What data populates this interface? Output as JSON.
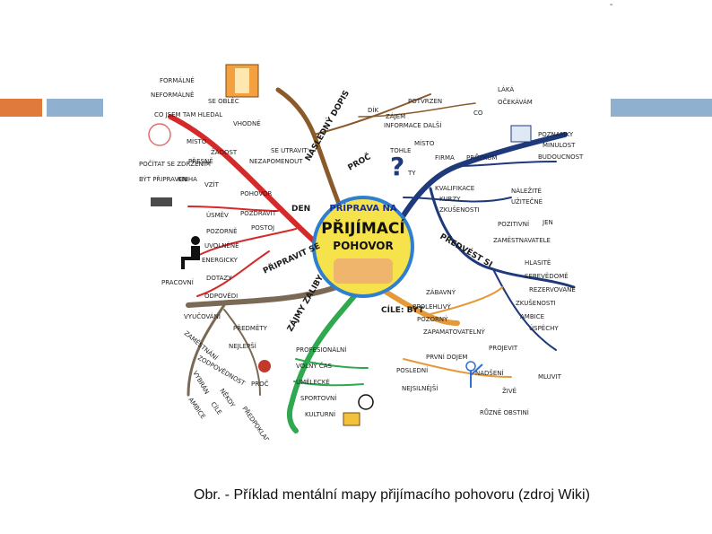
{
  "caption": "Obr. - Příklad mentální mapy přijímacího pohovoru (zdroj Wiki)",
  "corner_mark": "-",
  "accent_colors": {
    "orange": "#E07A3C",
    "blue": "#8FB1CF"
  },
  "mindmap": {
    "center": {
      "line1": "PŘÍPRAVA NA",
      "line2": "PŘIJÍMACÍ",
      "line3": "POHOVOR"
    },
    "branches": {
      "dopis": {
        "main": "NÁSLEDNÝ DOPIS",
        "items": [
          "DÍK",
          "ZÁJEM",
          "POTVRZEN",
          "INFORMACE DALŠÍ",
          "CO",
          "LÁKÁ",
          "OČEKÁVÁM"
        ]
      },
      "proc": {
        "main": "PROČ",
        "items": [
          "TOHLE",
          "MÍSTO",
          "FIRMA",
          "PRŮZKUM",
          "POZNAMKY",
          "MINULOST",
          "BUDOUCNOST",
          "TY",
          "KVALIFIKACE",
          "KURZY",
          "ZKUŠENOSTI",
          "NÁLEŽITÉ",
          "UŽITEČNÉ",
          "POZITIVNÍ",
          "JEN"
        ]
      },
      "predvest": {
        "main": "PŘEDVÉST SI",
        "items": [
          "ZAMĚSTNAVATELE",
          "HLASITĚ",
          "SEBEVĚDOMĚ",
          "REZERVOVANĚ",
          "ZKUŠENOSTI",
          "AMBICE",
          "ÚSPĚCHY"
        ]
      },
      "den": {
        "main": "DEN",
        "items": [
          "FORMÁLNĚ",
          "NEFORMÁLNĚ",
          "SE OBLÉC",
          "VHODNĚ",
          "SE UTRAVIT",
          "CO JSEM TAM HLEDAL",
          "MÍSTO",
          "ŽÁDOST",
          "PŘESNĚ",
          "NEZAPOMENOUT",
          "POČÍTAT SE ZDRŽENÍM",
          "BÝT PŘIPRAVEN",
          "KNIHA",
          "VZÍT",
          "POHOVOR",
          "ÚSMĚV",
          "POZDRAVIT",
          "POZORNĚ",
          "POSTOJ",
          "UVOLNĚNĚ",
          "ENERGICKY"
        ]
      },
      "pripravit": {
        "main": "PŘIPRAVIT SE",
        "items": [
          "PRACOVNÍ",
          "DOTAZY",
          "ODPOVĚDI",
          "VYUČOVÁNÍ",
          "PŘEDMĚTY",
          "ZAMĚSTNÁNÍ",
          "NEJLEPŠÍ",
          "ZODPOVĚDNOST",
          "PROČ",
          "VYBRÁN",
          "AMBICE",
          "NĚKDY",
          "CÍLE",
          "PŘEDPOKLAD"
        ]
      },
      "zajmy": {
        "main": "ZÁJMY ZÁLIBY",
        "items": [
          "PROFESIONÁLNÍ",
          "VOLNÝ ČAS",
          "UMĚLECKÉ",
          "SPORTOVNÍ",
          "KULTURNÍ"
        ]
      },
      "cile": {
        "main": "CÍLE: BÝT",
        "items": [
          "ZÁBAVNÝ",
          "SPOLEHLIVÝ",
          "POZORNÝ",
          "ZAPAMATOVATELNÝ",
          "PRVNÍ DOJEM",
          "POSLEDNÍ",
          "NEJSILNĚJŠÍ",
          "PROJEVIT",
          "NADŠENÍ",
          "ŽIVĚ",
          "MLUVIT",
          "RŮZNĚ OBSTINÍ"
        ]
      }
    }
  }
}
